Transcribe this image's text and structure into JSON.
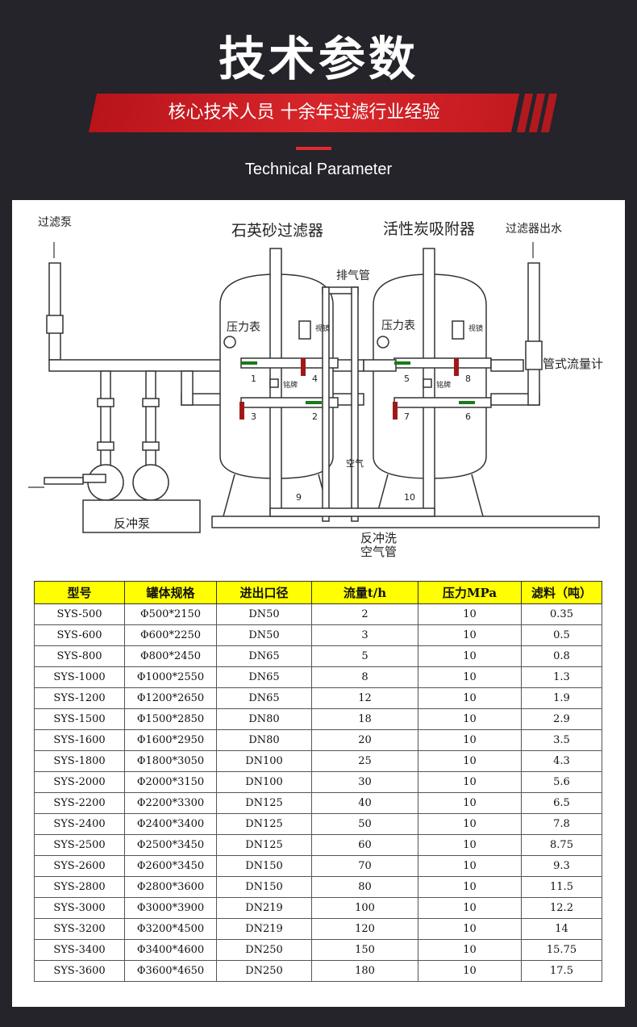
{
  "header": {
    "title": "技术参数",
    "banner": "核心技术人员 十余年过滤行业经验",
    "subtitle": "Technical Parameter"
  },
  "diagram": {
    "labels": {
      "filter_pump": "过滤泵",
      "quartz_filter": "石英砂过滤器",
      "carbon_adsorber": "活性炭吸附器",
      "filter_outlet": "过滤器出水",
      "exhaust_pipe": "排气管",
      "pressure_gauge_1": "压力表",
      "pressure_gauge_2": "压力表",
      "sight_glass_1": "视镜",
      "sight_glass_2": "视镜",
      "nameplate_1": "铭牌",
      "nameplate_2": "铭牌",
      "flowmeter": "管式流量计",
      "air": "空气",
      "backwash_pump": "反冲泵",
      "backwash_air_line1": "反冲洗",
      "backwash_air_line2": "空气管"
    },
    "valves": [
      "1",
      "2",
      "3",
      "4",
      "5",
      "6",
      "7",
      "8",
      "9",
      "10"
    ]
  },
  "table": {
    "headers": [
      "型号",
      "罐体规格",
      "进出口径",
      "流量t/h",
      "压力MPa",
      "滤料（吨）"
    ],
    "rows": [
      [
        "SYS-500",
        "Φ500*2150",
        "DN50",
        "2",
        "10",
        "0.35"
      ],
      [
        "SYS-600",
        "Φ600*2250",
        "DN50",
        "3",
        "10",
        "0.5"
      ],
      [
        "SYS-800",
        "Φ800*2450",
        "DN65",
        "5",
        "10",
        "0.8"
      ],
      [
        "SYS-1000",
        "Φ1000*2550",
        "DN65",
        "8",
        "10",
        "1.3"
      ],
      [
        "SYS-1200",
        "Φ1200*2650",
        "DN65",
        "12",
        "10",
        "1.9"
      ],
      [
        "SYS-1500",
        "Φ1500*2850",
        "DN80",
        "18",
        "10",
        "2.9"
      ],
      [
        "SYS-1600",
        "Φ1600*2950",
        "DN80",
        "20",
        "10",
        "3.5"
      ],
      [
        "SYS-1800",
        "Φ1800*3050",
        "DN100",
        "25",
        "10",
        "4.3"
      ],
      [
        "SYS-2000",
        "Φ2000*3150",
        "DN100",
        "30",
        "10",
        "5.6"
      ],
      [
        "SYS-2200",
        "Φ2200*3300",
        "DN125",
        "40",
        "10",
        "6.5"
      ],
      [
        "SYS-2400",
        "Φ2400*3400",
        "DN125",
        "50",
        "10",
        "7.8"
      ],
      [
        "SYS-2500",
        "Φ2500*3450",
        "DN125",
        "60",
        "10",
        "8.75"
      ],
      [
        "SYS-2600",
        "Φ2600*3450",
        "DN150",
        "70",
        "10",
        "9.3"
      ],
      [
        "SYS-2800",
        "Φ2800*3600",
        "DN150",
        "80",
        "10",
        "11.5"
      ],
      [
        "SYS-3000",
        "Φ3000*3900",
        "DN219",
        "100",
        "10",
        "12.2"
      ],
      [
        "SYS-3200",
        "Φ3200*4500",
        "DN219",
        "120",
        "10",
        "14"
      ],
      [
        "SYS-3400",
        "Φ3400*4600",
        "DN250",
        "150",
        "10",
        "15.75"
      ],
      [
        "SYS-3600",
        "Φ3600*4650",
        "DN250",
        "180",
        "10",
        "17.5"
      ]
    ]
  },
  "colors": {
    "background": "#24242a",
    "accent_red": "#d8262b",
    "header_yellow": "#ffff00"
  }
}
